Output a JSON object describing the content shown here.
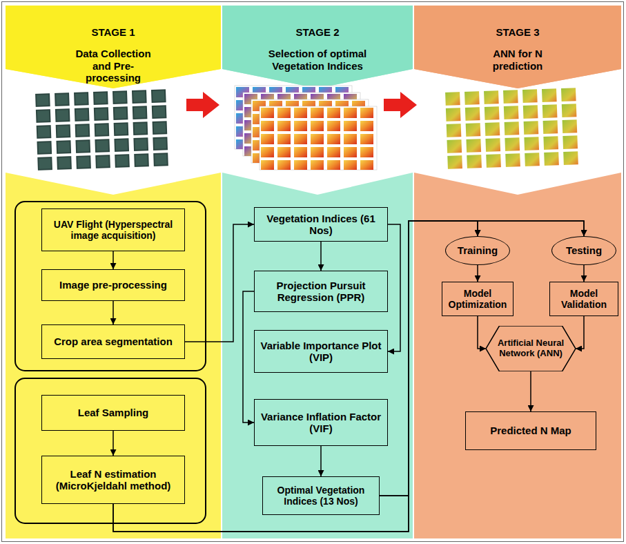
{
  "diagram": {
    "nodes": [
      {
        "text": [
          "STAGE 1",
          "Data Collection and Pre-processing"
        ]
      },
      {
        "text": [
          "UAV Flight (Hyperspectral image acquisition)"
        ],
        "in": 0
      },
      {
        "text": [
          "Image pre-processing"
        ],
        "in": 0
      },
      {
        "text": [
          "Crop area segmentation"
        ],
        "in": 0
      },
      {
        "text": [
          "Leaf Sampling"
        ],
        "in": 0
      },
      {
        "text": [
          "Leaf N estimation (MicroKjeldahl method)"
        ],
        "in": 0
      },
      {
        "text": [
          "STAGE 2",
          "Selection of optimal Vegetation Indices"
        ]
      },
      {
        "text": [
          "Vegetation Indices (61 Nos)"
        ],
        "in": 6
      },
      {
        "text": [
          "Projection Pursuit Regression (PPR)"
        ],
        "in": 6
      },
      {
        "text": [
          "Variable Importance Plot (VIP)"
        ],
        "in": 6
      },
      {
        "text": [
          "Variance Inflation Factor (VIF)"
        ],
        "in": 6
      },
      {
        "text": [
          "Optimal Vegetation Indices (13 Nos)"
        ],
        "in": 6
      },
      {
        "text": [
          "STAGE 3",
          "ANN for N prediction"
        ]
      },
      {
        "text": [
          "Training"
        ],
        "in": 12
      },
      {
        "text": [
          "Testing"
        ],
        "in": 12
      },
      {
        "text": [
          "Model Optimization"
        ],
        "in": 12
      },
      {
        "text": [
          "Model Validation"
        ],
        "in": 12
      },
      {
        "text": [
          "Artificial Neural Network (ANN)"
        ],
        "in": 12
      },
      {
        "text": [
          "Predicted N Map"
        ],
        "in": 12
      }
    ],
    "edges": [
      {
        "from": 1,
        "to": 2,
        "arrow": "to"
      },
      {
        "from": 2,
        "to": 3,
        "arrow": "to"
      },
      {
        "from": 4,
        "to": 5,
        "arrow": "to"
      },
      {
        "from": 3,
        "to": 7,
        "arrow": "to"
      },
      {
        "from": 7,
        "to": 8,
        "arrow": "to"
      },
      {
        "from": 7,
        "to": 9,
        "arrow": "to"
      },
      {
        "from": 8,
        "to": 10,
        "arrow": "to"
      },
      {
        "from": 10,
        "to": 11,
        "arrow": "to"
      },
      {
        "from": 5,
        "to": 13,
        "arrow": "to"
      },
      {
        "from": 5,
        "to": 14,
        "arrow": "to"
      },
      {
        "from": 11,
        "to": 13,
        "arrow": "to"
      },
      {
        "from": 11,
        "to": 14,
        "arrow": "to"
      },
      {
        "from": 13,
        "to": 15,
        "arrow": "to"
      },
      {
        "from": 14,
        "to": 16,
        "arrow": "to"
      },
      {
        "from": 15,
        "to": 17,
        "arrow": "to"
      },
      {
        "from": 16,
        "to": 17,
        "arrow": "to"
      },
      {
        "from": 17,
        "to": 18,
        "arrow": "to"
      }
    ]
  }
}
